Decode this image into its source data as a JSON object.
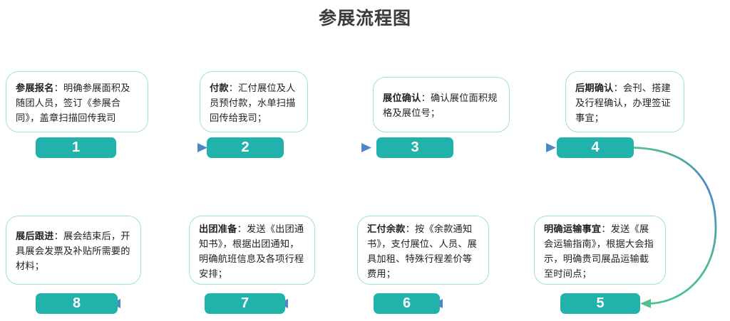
{
  "title": "参展流程图",
  "colors": {
    "badge_fill": "#20b2ab",
    "card_border": "#9fdde0",
    "arrow_start": "#4fc08d",
    "arrow_end": "#4e86c7",
    "title_color": "#3b3b3b"
  },
  "steps": [
    {
      "number": "1",
      "heading": "参展报名",
      "body": "：明确参展面积及随团人员，签订《参展合同》，盖章扫描回传我司",
      "full_text": "参展报名：明确参展面积及随团人员，签订《参展合同》，盖章扫描回传我司"
    },
    {
      "number": "2",
      "heading": "付款",
      "body": "：汇付展位及人员预付款，水单扫描回传给我司；",
      "full_text": "付款：汇付展位及人员预付款，水单扫描回传给我司；"
    },
    {
      "number": "3",
      "heading": "展位确认",
      "body": "：确认展位面积规格及展位号；",
      "full_text": "展位确认：确认展位面积规格及展位号；"
    },
    {
      "number": "4",
      "heading": "后期确认",
      "body": "：会刊、搭建及行程确认，办理签证事宜；",
      "full_text": "后期确认：会刊、搭建及行程确认，办理签证事宜；"
    },
    {
      "number": "5",
      "heading": "明确运输事宜",
      "body": "：发送《展会运输指南》，根据大会指示，明确贵司展品运输截至时间点；",
      "full_text": "明确运输事宜：发送《展会运输指南》，根据大会指示，明确贵司展品运输截至时间点；"
    },
    {
      "number": "6",
      "heading": "汇付余款",
      "body": "：按《余款通知书》，支付展位、人员、展具加租、特殊行程差价等费用；",
      "full_text": "汇付余款：按《余款通知书》，支付展位、人员、展具加租、特殊行程差价等费用；"
    },
    {
      "number": "7",
      "heading": "出团准备",
      "body": "：发送《出团通知书》，根据出团通知，明确航班信息及各项行程安排；",
      "full_text": "出团准备：发送《出团通知书》，根据出团通知，明确航班信息及各项行程安排；"
    },
    {
      "number": "8",
      "heading": "展后跟进",
      "body": "：展会结束后，开具展会发票及补贴所需要的材料；",
      "full_text": "展后跟进：展会结束后，开具展会发票及补贴所需要的材料；"
    }
  ]
}
